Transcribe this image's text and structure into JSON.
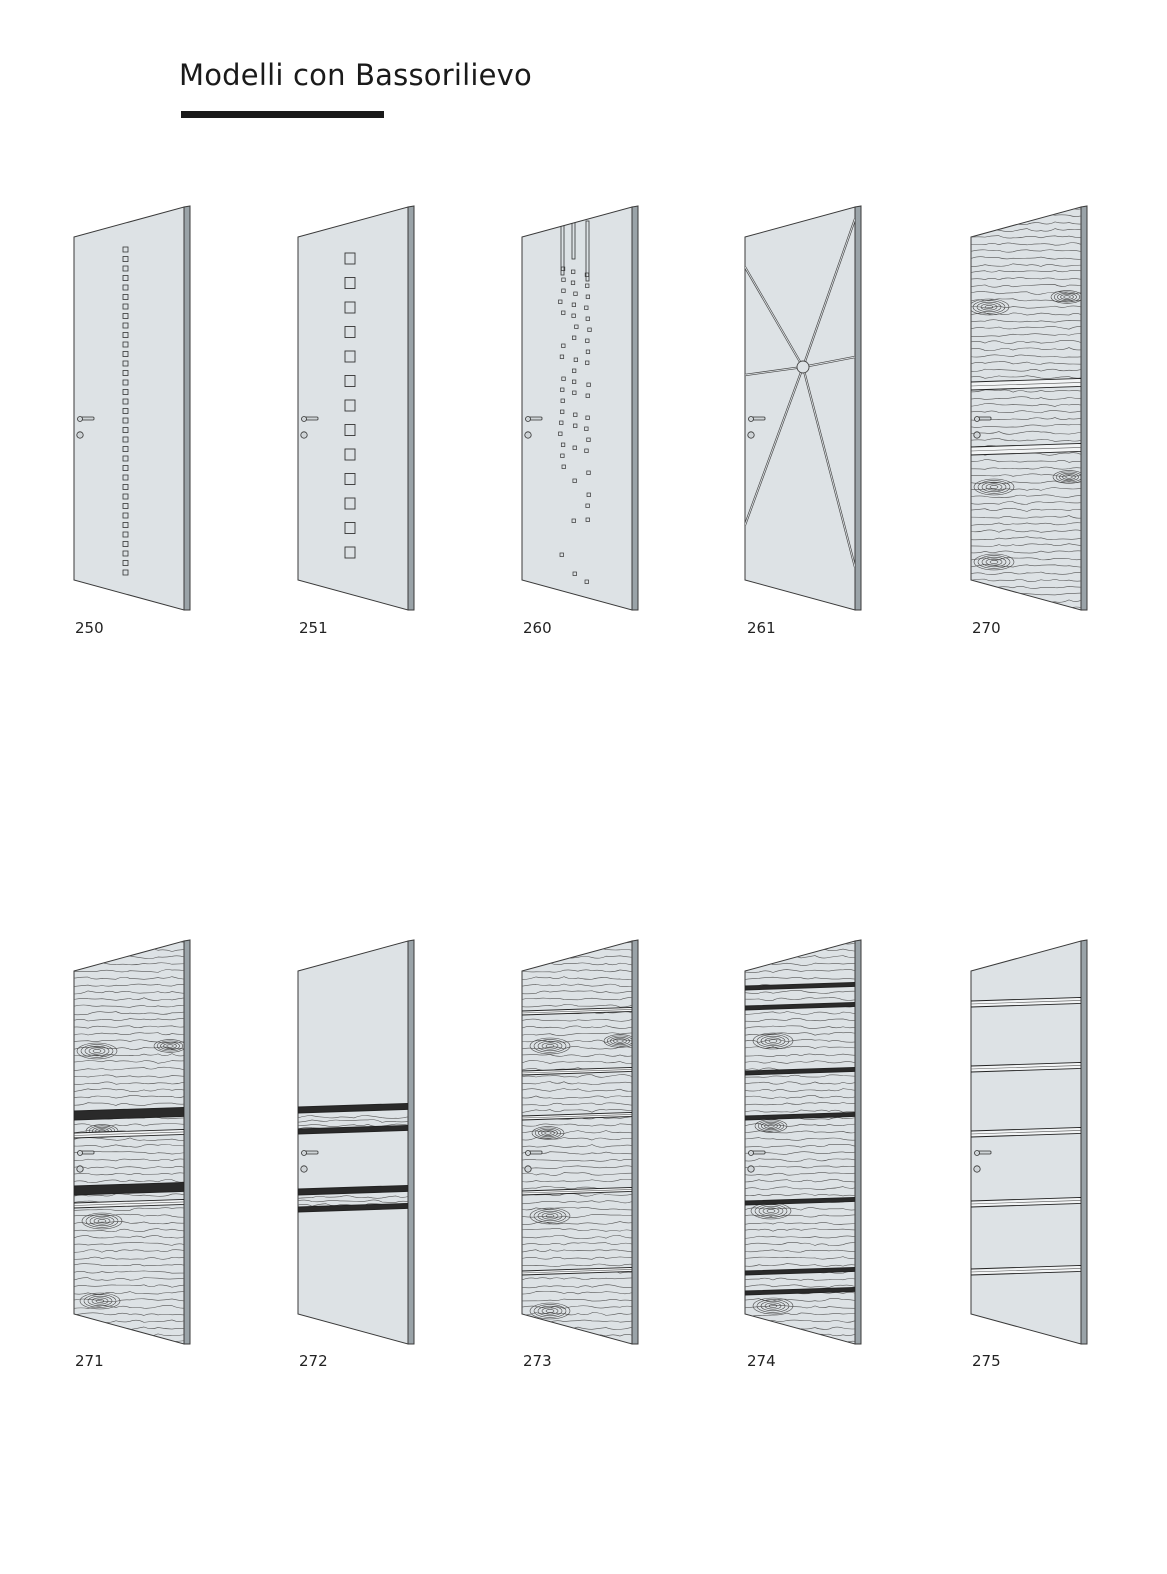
{
  "page": {
    "title": "Modelli con Bassorilievo"
  },
  "models": [
    {
      "code": "250",
      "pattern": "small-squares-column"
    },
    {
      "code": "251",
      "pattern": "large-squares-column"
    },
    {
      "code": "260",
      "pattern": "scattered-squares-with-slots"
    },
    {
      "code": "261",
      "pattern": "star-grooves"
    },
    {
      "code": "270",
      "pattern": "wood-grain-two-grooves"
    },
    {
      "code": "271",
      "pattern": "wood-grain-center-grooves"
    },
    {
      "code": "272",
      "pattern": "plain-with-wood-bands"
    },
    {
      "code": "273",
      "pattern": "wood-grain-many-grooves"
    },
    {
      "code": "274",
      "pattern": "wood-grain-dark-grooves"
    },
    {
      "code": "275",
      "pattern": "plain-five-grooves"
    }
  ],
  "colors": {
    "door_face": "#dde2e5",
    "door_edge": "#9aa3a8",
    "outline": "#3a3a3a",
    "title_rule": "#1a1a1a"
  }
}
